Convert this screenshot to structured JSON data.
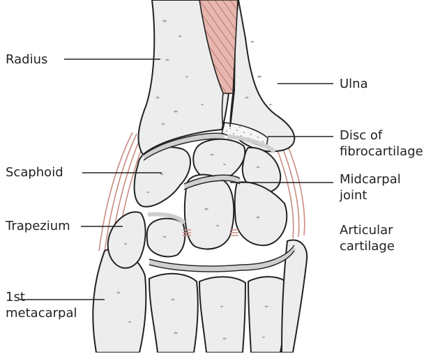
{
  "colors": {
    "bone_fill": "#ededed",
    "bone_outline": "#222222",
    "cartilage": "#cfcfcf",
    "speckle": "#a9a9a9",
    "muscle": "#e7b6ae",
    "muscle_stripe": "#9b5549",
    "ligament": "#c98b80"
  },
  "labels": {
    "radius": "Radius",
    "ulna": "Ulna",
    "disc_line1": "Disc of",
    "disc_line2": "fibrocartilage",
    "scaphoid": "Scaphoid",
    "midcarpal_line1": "Midcarpal",
    "midcarpal_line2": "joint",
    "trapezium": "Trapezium",
    "articular_line1": "Articular",
    "articular_line2": "cartilage",
    "metacarpal_line1": "1st",
    "metacarpal_line2": "metacarpal"
  }
}
